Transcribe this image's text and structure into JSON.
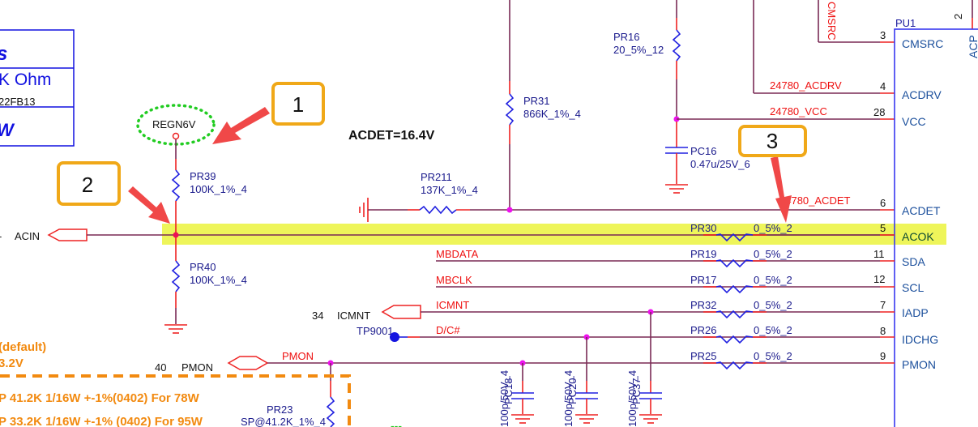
{
  "title_block": {
    "row1": "s",
    "row2": "K Ohm",
    "row2_sub": "22FB13",
    "row3": "W"
  },
  "annotation": {
    "acdet_value": "ACDET=16.4V",
    "callouts": [
      "1",
      "2",
      "3"
    ],
    "highlight_color": "#eef55a",
    "callout_color": "#f0a818",
    "arrow_color": "#f04848"
  },
  "nets": {
    "regn6v": "REGN6V",
    "acin": "ACIN",
    "icmnt_port": "ICMNT",
    "icmnt_port_num": "34",
    "pmon_port": "PMON",
    "pmon_port_num": "40",
    "tp9001": "TP9001",
    "mbdata": "MBDATA",
    "mbclk": "MBCLK",
    "icmnt": "ICMNT",
    "dc": "D/C#",
    "pmon": "PMON",
    "acdrv": "24780_ACDRV",
    "vcc": "24780_VCC",
    "acdet": "24780_ACDET",
    "cmsrc": "CMSRC"
  },
  "components": {
    "PR39": {
      "ref": "PR39",
      "value": "100K_1%_4"
    },
    "PR40": {
      "ref": "PR40",
      "value": "100K_1%_4"
    },
    "PR211": {
      "ref": "PR211",
      "value": "137K_1%_4"
    },
    "PR31": {
      "ref": "PR31",
      "value": "866K_1%_4"
    },
    "PR16": {
      "ref": "PR16",
      "value": "20_5%_12"
    },
    "PC16": {
      "ref": "PC16",
      "value": "0.47u/25V_6"
    },
    "PR23": {
      "ref": "PR23",
      "value": "SP@41.2K_1%_4"
    },
    "PC18": {
      "ref": "PC18",
      "value": "100p/50V_4"
    },
    "PC20": {
      "ref": "PC20",
      "value": "100p/50V_4"
    },
    "PC37": {
      "ref": "PC37",
      "value": "100p/50V_4"
    },
    "series_resistors": [
      {
        "ref": "PR30",
        "value": "0_5%_2"
      },
      {
        "ref": "PR19",
        "value": "0_5%_2"
      },
      {
        "ref": "PR17",
        "value": "0_5%_2"
      },
      {
        "ref": "PR32",
        "value": "0_5%_2"
      },
      {
        "ref": "PR26",
        "value": "0_5%_2"
      },
      {
        "ref": "PR25",
        "value": "0_5%_2"
      }
    ]
  },
  "ic": {
    "ref": "PU1",
    "pins": [
      {
        "num": "3",
        "name": "CMSRC"
      },
      {
        "num": "4",
        "name": "ACDRV"
      },
      {
        "num": "28",
        "name": "VCC"
      },
      {
        "num": "6",
        "name": "ACDET"
      },
      {
        "num": "5",
        "name": "ACOK"
      },
      {
        "num": "11",
        "name": "SDA"
      },
      {
        "num": "12",
        "name": "SCL"
      },
      {
        "num": "7",
        "name": "IADP"
      },
      {
        "num": "8",
        "name": "IDCHG"
      },
      {
        "num": "9",
        "name": "PMON"
      }
    ],
    "top_pin": {
      "num": "2",
      "name": "ACP"
    }
  },
  "notes": {
    "default_line1": "(default)",
    "default_line2": "3.2V",
    "line_78w": "P 41.2K 1/16W +-1%(0402) For 78W",
    "line_95w": "P 33.2K 1/16W +-1% (0402) For 95W"
  }
}
